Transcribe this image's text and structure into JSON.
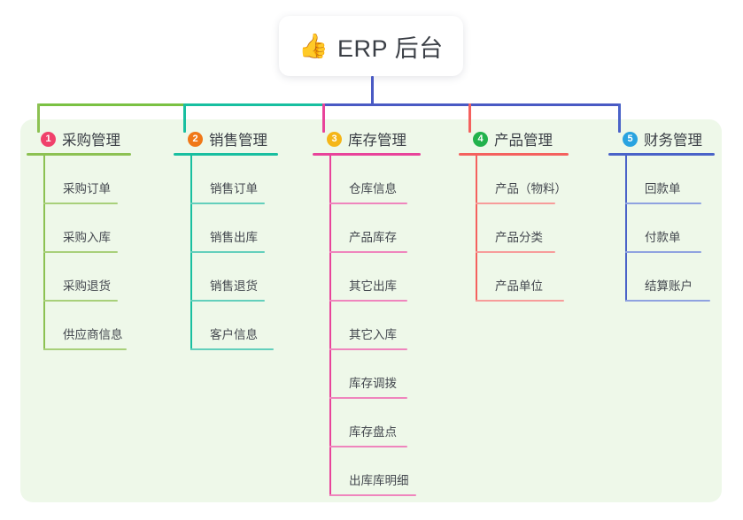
{
  "root": {
    "emoji": "👍",
    "emoji_name": "thumbs-up-icon",
    "title": "ERP 后台"
  },
  "colors": {
    "panel_bg": "#eef8e9",
    "root_stem": "#4a5ac4",
    "bus_left": "#7ac143",
    "bus_mid": "#18bfa0",
    "bus_right": "#4a5ac4",
    "text": "#3b3f46"
  },
  "columns": [
    {
      "number": "1",
      "title": "采购管理",
      "badge_color": "#f0416b",
      "line_color": "#8cc152",
      "leaf_line_color": "#a8d07a",
      "items": [
        "采购订单",
        "采购入库",
        "采购退货",
        "供应商信息"
      ]
    },
    {
      "number": "2",
      "title": "销售管理",
      "badge_color": "#f07818",
      "line_color": "#18bfa0",
      "leaf_line_color": "#63cfbc",
      "items": [
        "销售订单",
        "销售出库",
        "销售退货",
        "客户信息"
      ]
    },
    {
      "number": "3",
      "title": "库存管理",
      "badge_color": "#f5b618",
      "line_color": "#e8439a",
      "leaf_line_color": "#ef85bd",
      "items": [
        "仓库信息",
        "产品库存",
        "其它出库",
        "其它入库",
        "库存调拨",
        "库存盘点",
        "出库库明细"
      ]
    },
    {
      "number": "4",
      "title": "产品管理",
      "badge_color": "#22b24c",
      "line_color": "#f4615e",
      "leaf_line_color": "#f79c9a",
      "items": [
        "产品（物料）",
        "产品分类",
        "产品单位"
      ]
    },
    {
      "number": "5",
      "title": "财务管理",
      "badge_color": "#29a3e0",
      "line_color": "#4a63c8",
      "leaf_line_color": "#8fa2e0",
      "items": [
        "回款单",
        "付款单",
        "结算账户"
      ]
    }
  ]
}
